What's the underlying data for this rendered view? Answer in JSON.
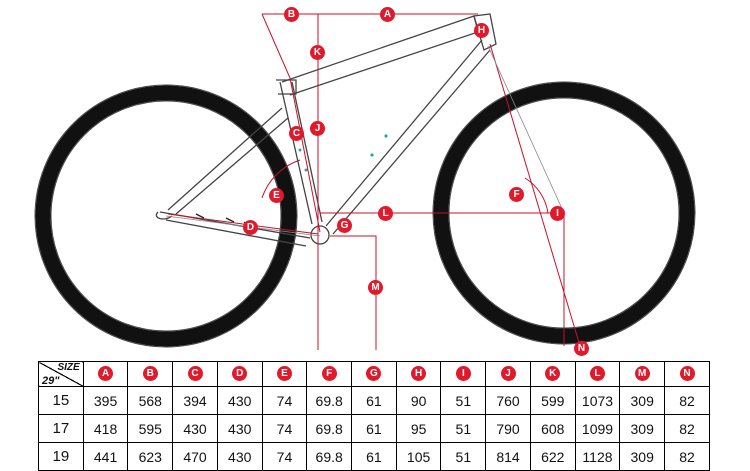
{
  "diagram": {
    "dimension_labels": [
      "A",
      "B",
      "C",
      "D",
      "E",
      "F",
      "G",
      "H",
      "I",
      "J",
      "K",
      "L",
      "M",
      "N"
    ],
    "colors": {
      "dimension_line": "#c8102e",
      "badge_fill": "#e0192b",
      "badge_text": "#ffffff",
      "frame_line": "#444444",
      "tire": "#111111",
      "accent": "#2aa8a0"
    }
  },
  "table": {
    "corner_size_label": "SIZE",
    "corner_wheel_label": "29\"",
    "columns": [
      "A",
      "B",
      "C",
      "D",
      "E",
      "F",
      "G",
      "H",
      "I",
      "J",
      "K",
      "L",
      "M",
      "N"
    ],
    "rows": [
      {
        "size": "15",
        "values": [
          "395",
          "568",
          "394",
          "430",
          "74",
          "69.8",
          "61",
          "90",
          "51",
          "760",
          "599",
          "1073",
          "309",
          "82"
        ]
      },
      {
        "size": "17",
        "values": [
          "418",
          "595",
          "430",
          "430",
          "74",
          "69.8",
          "61",
          "95",
          "51",
          "790",
          "608",
          "1099",
          "309",
          "82"
        ]
      },
      {
        "size": "19",
        "values": [
          "441",
          "623",
          "470",
          "430",
          "74",
          "69.8",
          "61",
          "105",
          "51",
          "814",
          "622",
          "1128",
          "309",
          "82"
        ]
      }
    ]
  }
}
